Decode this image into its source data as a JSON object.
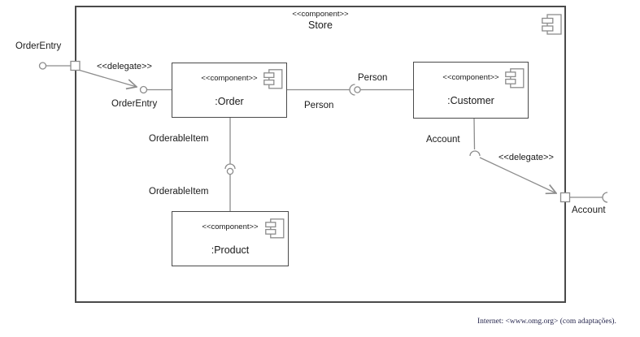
{
  "store": {
    "stereotype": "<<component>>",
    "name": "Store"
  },
  "components": {
    "order": {
      "stereotype": "<<component>>",
      "name": ":Order"
    },
    "customer": {
      "stereotype": "<<component>>",
      "name": ":Customer"
    },
    "product": {
      "stereotype": "<<component>>",
      "name": ":Product"
    }
  },
  "labels": {
    "order_entry_external": "OrderEntry",
    "delegate_left": "<<delegate>>",
    "order_entry_internal": "OrderEntry",
    "person_upper": "Person",
    "person_lower": "Person",
    "orderable_item_upper": "OrderableItem",
    "orderable_item_lower": "OrderableItem",
    "account_internal": "Account",
    "delegate_right": "<<delegate>>",
    "account_external": "Account"
  },
  "caption": "Internet: <www.omg.org> (com adaptações).",
  "colors": {
    "connector": "#8c8c8c",
    "box_border": "#4a4a4a",
    "text": "#1a1a1a",
    "caption_text": "#26264d"
  }
}
